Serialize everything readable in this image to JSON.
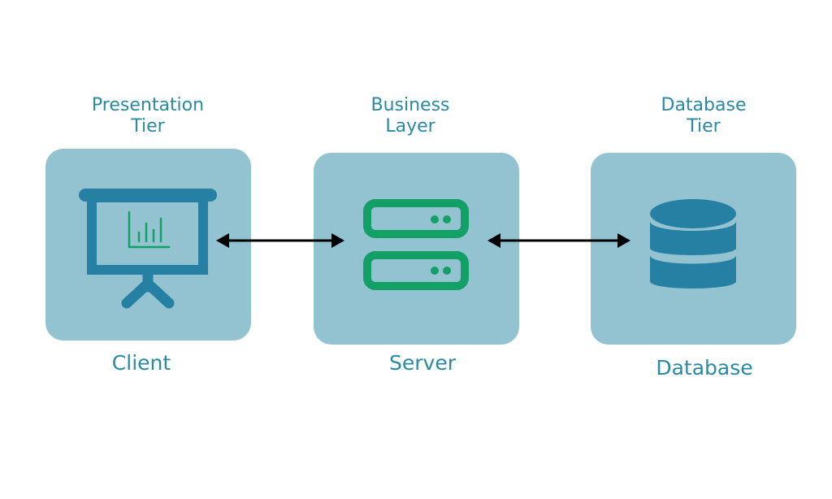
{
  "tiers": [
    {
      "title_line1": "Presentation",
      "title_line2": "Tier",
      "caption": "Client",
      "icon": "presentation-board-icon"
    },
    {
      "title_line1": "Business",
      "title_line2": "Layer",
      "caption": "Server",
      "icon": "server-icon"
    },
    {
      "title_line1": "Database",
      "title_line2": "Tier",
      "caption": "Database",
      "icon": "database-icon"
    }
  ],
  "colors": {
    "title_text": "#2a8aa3",
    "box_fill": "#93c2d1",
    "icon_blue": "#2680a3",
    "icon_green": "#13a066",
    "arrow": "#000000"
  },
  "connections": [
    {
      "from": "Client",
      "to": "Server",
      "bidirectional": true
    },
    {
      "from": "Server",
      "to": "Database",
      "bidirectional": true
    }
  ]
}
